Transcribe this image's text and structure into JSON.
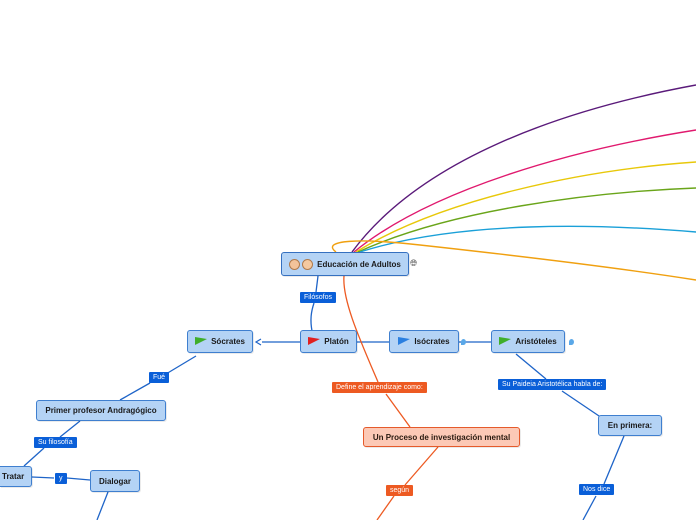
{
  "central": {
    "title": "Educación de Adultos",
    "icons": [
      "woman-face-icon",
      "man-face-icon"
    ],
    "link_icon": "globe-icon"
  },
  "philosophers": [
    {
      "name": "Sócrates",
      "flag": "green-flag-icon",
      "flag_color": "#3fae2a"
    },
    {
      "name": "Platón",
      "flag": "red-flag-icon",
      "flag_color": "#e02020"
    },
    {
      "name": "Isócrates",
      "flag": "blue-flag-icon",
      "flag_color": "#2a7fe0"
    },
    {
      "name": "Aristóteles",
      "flag": "green-flag-icon",
      "flag_color": "#3fae2a"
    }
  ],
  "nodes": {
    "primer_profesor": "Primer profesor Andragógico",
    "tratar": "Tratar",
    "dialogar": "Dialogar",
    "en_primera": "En primera:",
    "proceso": "Un Proceso de investigación mental"
  },
  "labels": {
    "filosofos": "Filósofos",
    "fue": "Fué",
    "su_filosofia": "Su filosofía",
    "y": "y",
    "define": "Define el aprendizaje como:",
    "segun": "según",
    "paideia": "Su Paideia Aristotélica habla de:",
    "nos_dice": "Nos dice"
  },
  "colors": {
    "node_fill": "#b4d3f5",
    "node_border": "#3f7fcf",
    "label_blue": "#0a5fd8",
    "label_orange": "#ed5a22",
    "orange_node_fill": "#fcc9b6",
    "branch_purple": "#5a1a7a",
    "branch_magenta": "#e0196e",
    "branch_yellow": "#e8c80a",
    "branch_green": "#6aa51a",
    "branch_cyan": "#1aa0d8",
    "branch_orange": "#f0a010"
  }
}
